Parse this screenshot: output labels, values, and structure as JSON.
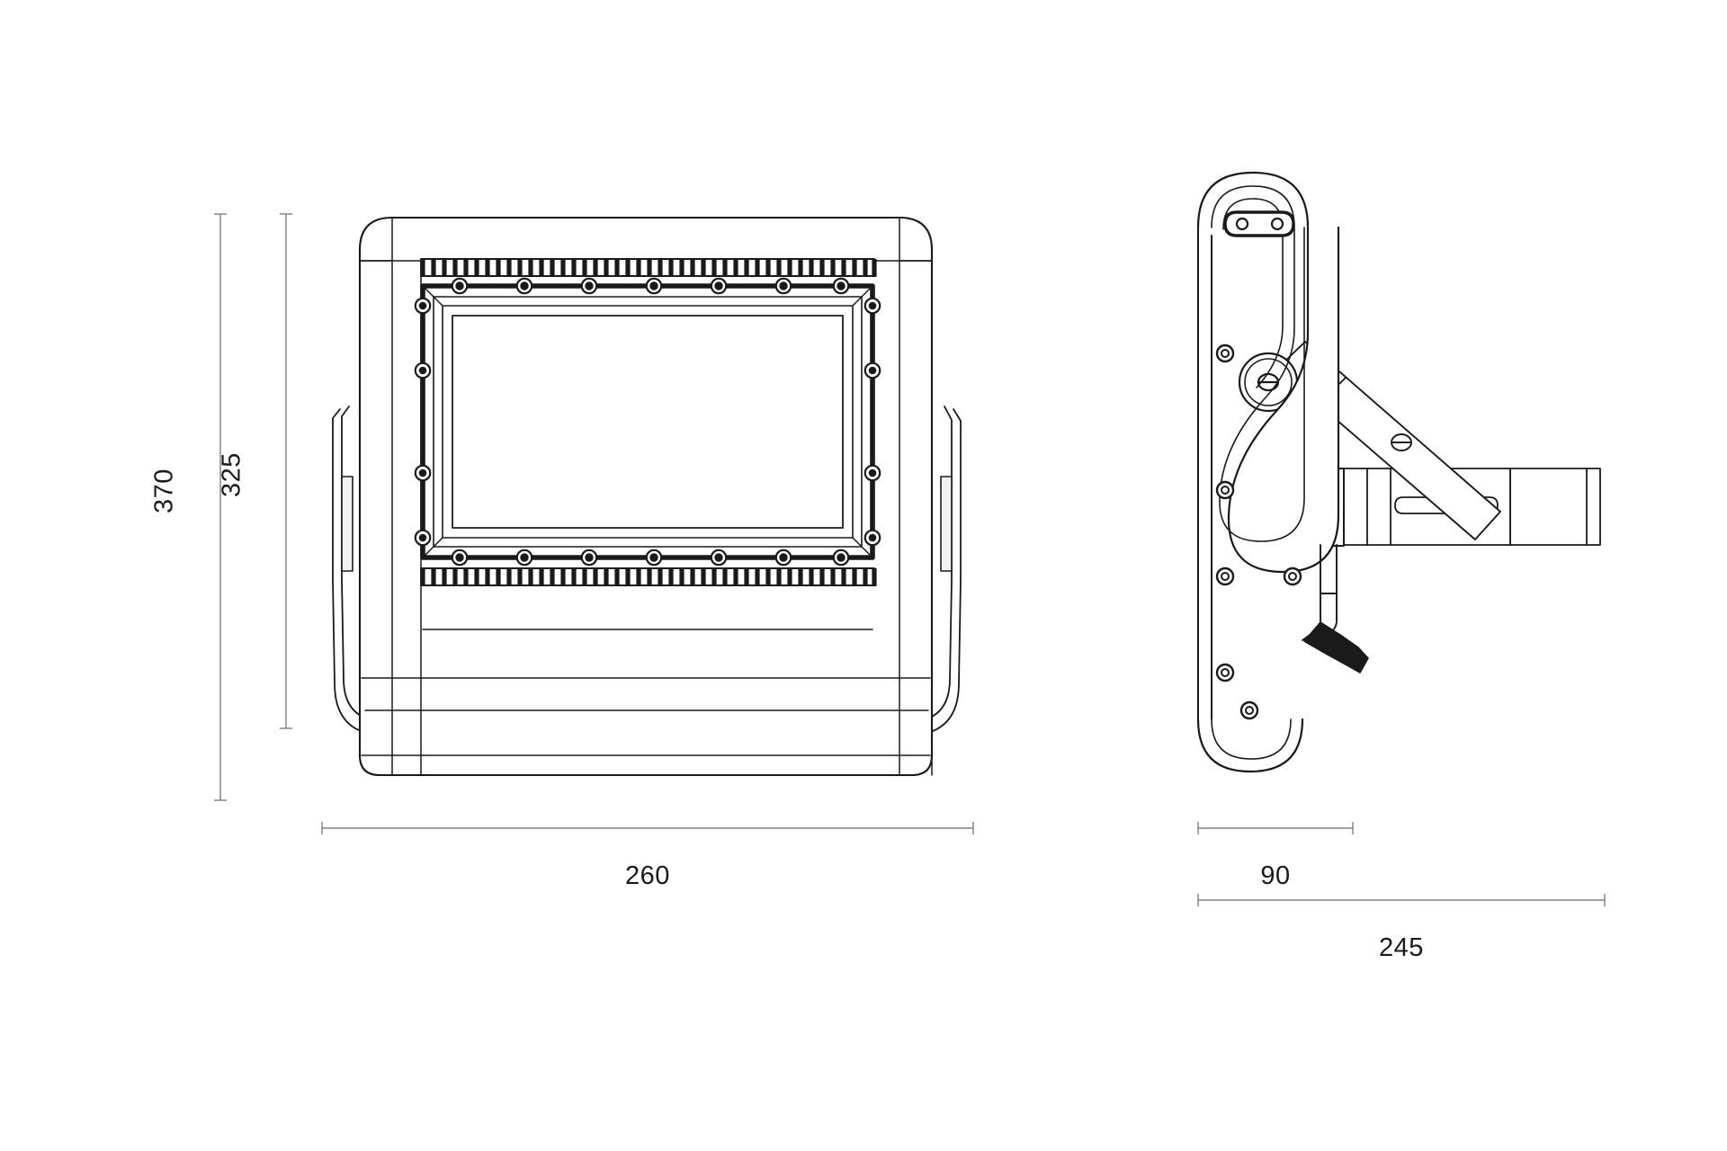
{
  "drawing": {
    "type": "technical-dimension-drawing",
    "subject": "LED floodlight luminaire",
    "views": [
      {
        "name": "front-view",
        "label": ""
      },
      {
        "name": "side-view",
        "label": ""
      }
    ],
    "units_note": "",
    "line_color": "#1a1a1a",
    "dimension_line_color": "#808080",
    "background_color": "#ffffff"
  },
  "dimensions": {
    "overall_height": {
      "value": "370",
      "orientation": "vertical",
      "view": "front-view"
    },
    "body_height": {
      "value": "325",
      "orientation": "vertical",
      "view": "front-view"
    },
    "overall_width": {
      "value": "260",
      "orientation": "horizontal",
      "view": "front-view"
    },
    "body_depth": {
      "value": "90",
      "orientation": "horizontal",
      "view": "side-view"
    },
    "overall_depth": {
      "value": "245",
      "orientation": "horizontal",
      "view": "side-view"
    }
  }
}
